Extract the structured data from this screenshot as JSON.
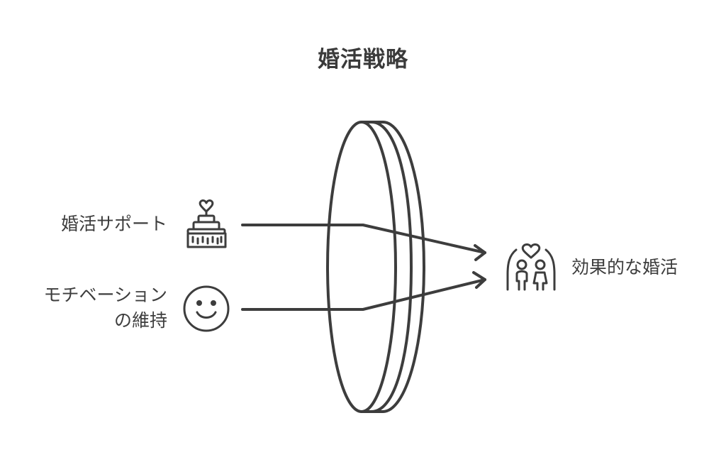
{
  "title": "婚活戦略",
  "inputs": [
    {
      "label": "婚活サポート",
      "icon": "wedding-cake-icon"
    },
    {
      "label_line1": "モチベーション",
      "label_line2": "の維持",
      "icon": "smiley-face-icon"
    }
  ],
  "output": {
    "label": "効果的な婚活",
    "icon": "couple-heart-icon"
  },
  "colors": {
    "stroke": "#3d3d3d",
    "background": "#ffffff"
  }
}
